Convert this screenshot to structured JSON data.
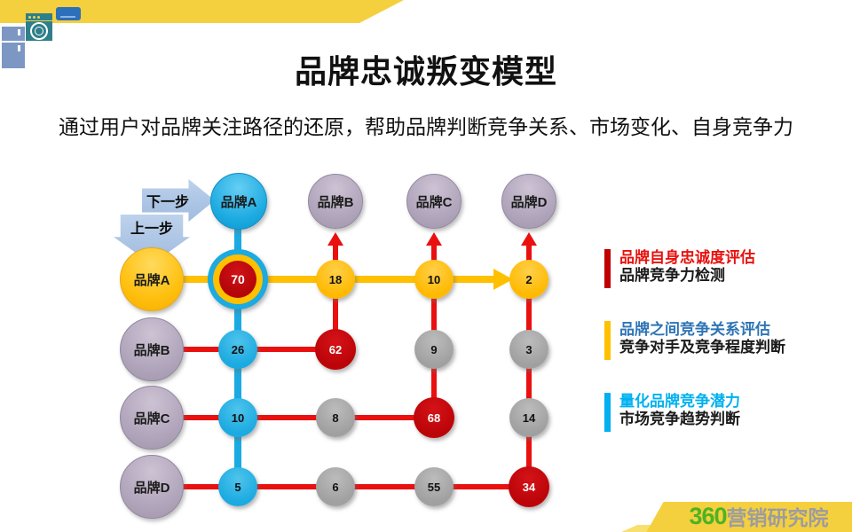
{
  "slide": {
    "title": "品牌忠诚叛变模型",
    "subtitle": "通过用户对品牌关注路径的还原，帮助品牌判断竞争关系、市场变化、自身竞争力"
  },
  "nav": {
    "next": "下一步",
    "prev": "上一步"
  },
  "matrix": {
    "top_brands": [
      "品牌A",
      "品牌B",
      "品牌C",
      "品牌D"
    ],
    "left_brands": [
      "品牌A",
      "品牌B",
      "品牌C",
      "品牌D"
    ],
    "rows": [
      {
        "brand": "品牌A",
        "cells": [
          {
            "value": "70"
          },
          {
            "value": "18"
          },
          {
            "value": "10"
          },
          {
            "value": "2"
          }
        ]
      },
      {
        "brand": "品牌B",
        "cells": [
          {
            "value": "26"
          },
          {
            "value": "62"
          },
          {
            "value": "9"
          },
          {
            "value": "3"
          }
        ]
      },
      {
        "brand": "品牌C",
        "cells": [
          {
            "value": "10"
          },
          {
            "value": "8"
          },
          {
            "value": "68"
          },
          {
            "value": "14"
          }
        ]
      },
      {
        "brand": "品牌D",
        "cells": [
          {
            "value": "5"
          },
          {
            "value": "6"
          },
          {
            "value": "55"
          },
          {
            "value": "34"
          }
        ]
      }
    ]
  },
  "legend": [
    {
      "title": "品牌自身忠诚度评估",
      "subtitle": "品牌竞争力检测",
      "bar_color": "#C00000",
      "title_color": "#E8110D"
    },
    {
      "title": "品牌之间竞争关系评估",
      "subtitle": "竞争对手及竞争程度判断",
      "bar_color": "#FFC000",
      "title_color": "#2E74B5"
    },
    {
      "title": "量化品牌竞争潜力",
      "subtitle": "市场竞争趋势判断",
      "bar_color": "#00B0F0",
      "title_color": "#00B0F0"
    }
  ],
  "footer": {
    "logo_number": "360",
    "logo_text": "营销研究院"
  },
  "icons": {
    "top_left": [
      "fridge-icon",
      "washing-machine-icon",
      "air-conditioner-icon"
    ]
  },
  "colors": {
    "band_yellow": "#F4D03E",
    "flow_yellow": "#FFC000",
    "flow_blue": "#1BAAE1",
    "flow_red": "#EA1010",
    "node_red": "#BB0408",
    "node_gray": "#A6A6A6",
    "brand_purple": "#B0A5BB",
    "nav_arrow_blue": "#A9C4E4",
    "logo_green": "#4DB324",
    "logo_gray": "#9C9CA0"
  }
}
